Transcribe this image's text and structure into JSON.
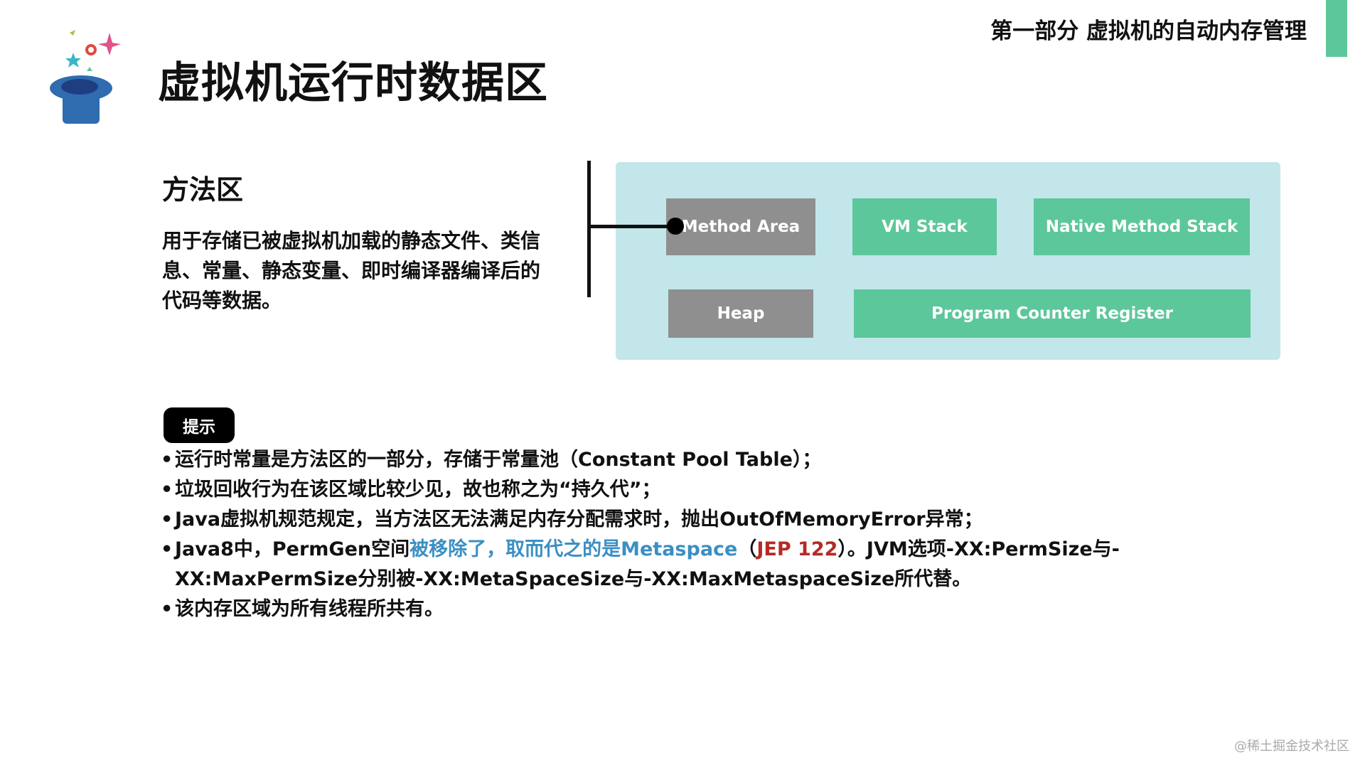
{
  "header": {
    "section_label": "第一部分 虚拟机的自动内存管理",
    "title": "虚拟机运行时数据区"
  },
  "left": {
    "subtitle": "方法区",
    "description": "用于存储已被虚拟机加载的静态文件、类信息、常量、静态变量、即时编译器编译后的代码等数据。"
  },
  "diagram": {
    "method_area": "Method Area",
    "vm_stack": "VM Stack",
    "native_method_stack": "Native Method Stack",
    "heap": "Heap",
    "program_counter_register": "Program Counter Register"
  },
  "tip": {
    "badge": "提示",
    "b1": "运行时常量是方法区的一部分，存储于常量池（Constant Pool Table）；",
    "b2": "垃圾回收行为在该区域比较少见，故也称之为“持久代”；",
    "b3": "Java虚拟机规范规定，当方法区无法满足内存分配需求时，抛出OutOfMemoryError异常；",
    "b4_part1": "Java8中，PermGen空间",
    "b4_highlight": "被移除了，取而代之的是Metaspace",
    "b4_paren_open": "（",
    "b4_jep": "JEP 122",
    "b4_part2": "）。JVM选项-XX:PermSize与-XX:MaxPermSize分别被-XX:MetaSpaceSize与-XX:MaxMetaspaceSize所代替。",
    "b5": "该内存区域为所有线程所共有。"
  },
  "watermark": "@稀土掘金技术社区",
  "colors": {
    "accent_green": "#5cc79a",
    "box_gray": "#8f8f8f",
    "diagram_bg": "#c2e6ea",
    "highlight_blue": "#3b8fc4",
    "highlight_red": "#b52a25"
  }
}
